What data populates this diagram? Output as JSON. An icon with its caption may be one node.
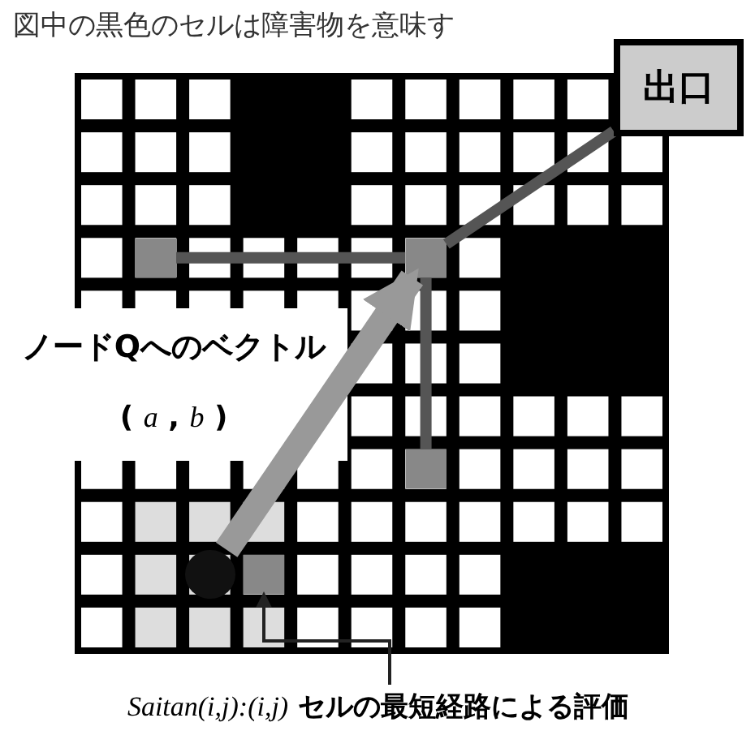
{
  "diagram": {
    "title": "図中の黒色のセルは障害物を意味す",
    "nodes": [
      {
        "text": [
          "出口"
        ]
      },
      {
        "text": [],
        "shape": "box"
      },
      {
        "text": [],
        "shape": "box"
      },
      {
        "text": [],
        "shape": "box"
      },
      {
        "text": [],
        "shape": "circle"
      },
      {
        "text": [],
        "shape": "box"
      },
      {
        "text": [
          "*Saitan(i,j):(i,j)* セルの最短経路による評価"
        ]
      }
    ],
    "edges": [
      {
        "from": 2,
        "to": 1,
        "arrow": "none"
      },
      {
        "from": 3,
        "to": 1,
        "arrow": "none"
      },
      {
        "from": 1,
        "to": 0,
        "arrow": "none"
      },
      {
        "from": 4,
        "to": 1,
        "arrow": "to",
        "style": "thick",
        "color": "#999999"
      },
      {
        "from": 6,
        "to": 5,
        "arrow": "to",
        "color": "#222222"
      }
    ],
    "labels": [
      "ノードQへのベクトル",
      "( *a* , *b* )"
    ]
  }
}
